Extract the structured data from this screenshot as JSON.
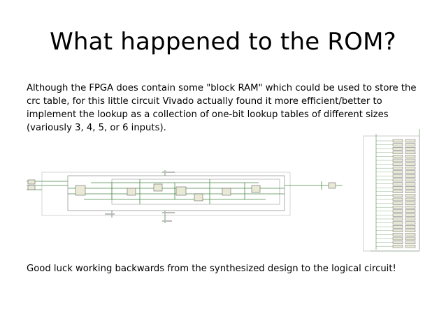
{
  "slide": {
    "title": "What happened to the ROM?",
    "paragraph_1": "Although the FPGA does contain some \"block RAM\" which could be used to store the crc table, for this little circuit Vivado actually found it more efficient/better to implement the lookup as a collection of one-bit lookup tables of different sizes (variously 3, 4, 5, or 6 inputs).",
    "paragraph_2": "Good luck working backwards from the synthesized design to the logical circuit!"
  },
  "colors": {
    "text": "#000000",
    "schematic_line": "#3c8c3c",
    "schematic_box": "#7a7a7a",
    "lut_fill": "#e8e8d8"
  }
}
